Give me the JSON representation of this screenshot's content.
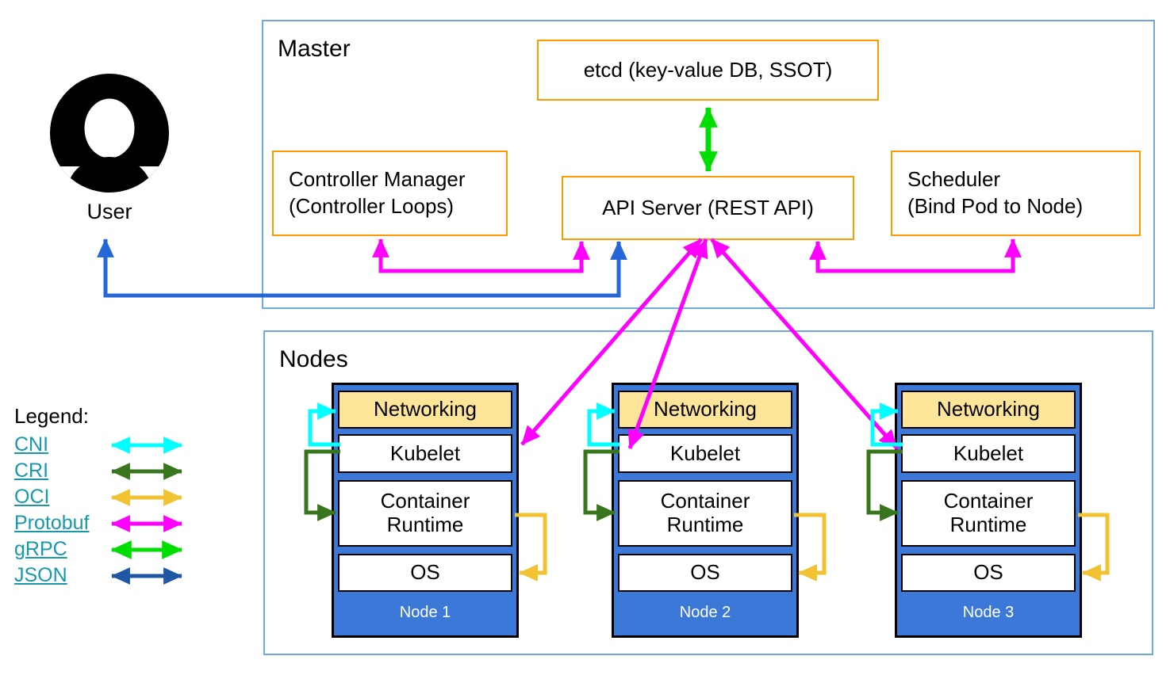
{
  "master": {
    "title": "Master",
    "etcd_label": "etcd (key-value DB, SSOT)",
    "controller_manager": {
      "line1": "Controller Manager",
      "line2": "(Controller Loops)"
    },
    "api_server_label": "API Server (REST API)",
    "scheduler": {
      "line1": "Scheduler",
      "line2": "(Bind Pod to Node)"
    }
  },
  "user": {
    "label": "User",
    "icon": "user-avatar-icon"
  },
  "nodes_region": {
    "title": "Nodes",
    "nodes": [
      {
        "name": "Node 1",
        "layers": [
          "Networking",
          "Kubelet",
          "Container Runtime",
          "OS"
        ]
      },
      {
        "name": "Node 2",
        "layers": [
          "Networking",
          "Kubelet",
          "Container Runtime",
          "OS"
        ]
      },
      {
        "name": "Node 3",
        "layers": [
          "Networking",
          "Kubelet",
          "Container Runtime",
          "OS"
        ]
      }
    ]
  },
  "legend": {
    "title": "Legend:",
    "items": [
      {
        "label": "CNI",
        "color": "#00ffff"
      },
      {
        "label": "CRI",
        "color": "#38761d"
      },
      {
        "label": "OCI",
        "color": "#f1c232"
      },
      {
        "label": "Protobuf",
        "color": "#ff00ff"
      },
      {
        "label": "gRPC",
        "color": "#00dd00"
      },
      {
        "label": "JSON",
        "color": "#1f57a5"
      }
    ]
  },
  "colors": {
    "cni": "#00ffff",
    "cri": "#38761d",
    "oci": "#f1c232",
    "protobuf": "#ff00ff",
    "grpc": "#00dd00",
    "json": "#1f57a5",
    "user_json_arrow": "#2566d8",
    "component_border": "#ff9900",
    "region_border": "#6fa8dc",
    "node_fill": "#3c78d8",
    "networking_fill": "#ffe599",
    "legend_link": "#1899ab"
  },
  "connections": [
    {
      "from": "etcd",
      "to": "API Server",
      "protocol": "gRPC"
    },
    {
      "from": "Controller Manager",
      "to": "API Server",
      "protocol": "Protobuf"
    },
    {
      "from": "User",
      "to": "API Server",
      "protocol": "JSON"
    },
    {
      "from": "API Server",
      "to": "Scheduler",
      "protocol": "Protobuf"
    },
    {
      "from": "API Server",
      "to": "Node 1 Kubelet",
      "protocol": "Protobuf"
    },
    {
      "from": "API Server",
      "to": "Node 2 Kubelet",
      "protocol": "Protobuf"
    },
    {
      "from": "API Server",
      "to": "Node 3 Kubelet",
      "protocol": "Protobuf"
    },
    {
      "from": "Kubelet",
      "to": "Networking",
      "protocol": "CNI",
      "node": "each node"
    },
    {
      "from": "Kubelet",
      "to": "Container Runtime",
      "protocol": "CRI",
      "node": "each node"
    },
    {
      "from": "Container Runtime",
      "to": "OS",
      "protocol": "OCI",
      "node": "each node"
    }
  ]
}
